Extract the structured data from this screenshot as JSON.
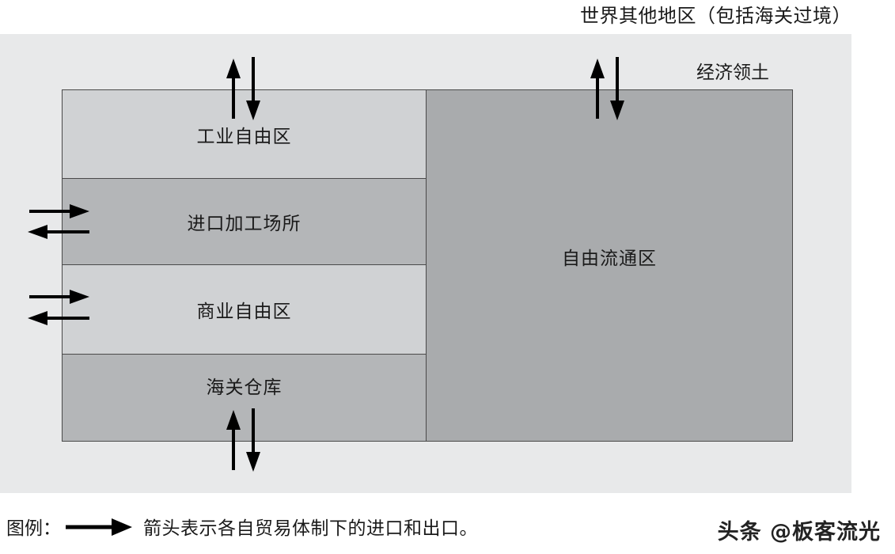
{
  "diagram": {
    "top_title": "世界其他地区（包括海关过境）",
    "territory_label": "经济领土",
    "left_zones": [
      {
        "label": "工业自由区",
        "shade": "#d0d2d4"
      },
      {
        "label": "进口加工场所",
        "shade": "#b4b6b8"
      },
      {
        "label": "商业自由区",
        "shade": "#d0d2d4"
      },
      {
        "label": "海关仓库",
        "shade": "#b4b6b8"
      }
    ],
    "right_zone": {
      "label": "自由流通区",
      "shade": "#a9abad"
    },
    "outer_panel_color": "#e8e9ea",
    "border_color": "#4a4a4a",
    "arrow_color": "#000000"
  },
  "arrows": [
    {
      "name": "industrial-free-zone-export-arrow",
      "direction": "up",
      "note": "出口"
    },
    {
      "name": "industrial-free-zone-import-arrow",
      "direction": "down",
      "note": "进口"
    },
    {
      "name": "free-circulation-export-arrow",
      "direction": "up",
      "note": "出口"
    },
    {
      "name": "free-circulation-import-arrow",
      "direction": "down",
      "note": "进口"
    },
    {
      "name": "inward-processing-import-arrow",
      "direction": "right",
      "note": "进口"
    },
    {
      "name": "inward-processing-export-arrow",
      "direction": "left",
      "note": "出口"
    },
    {
      "name": "commercial-free-zone-import-arrow",
      "direction": "right",
      "note": "进口"
    },
    {
      "name": "commercial-free-zone-export-arrow",
      "direction": "left",
      "note": "出口"
    },
    {
      "name": "customs-warehouse-export-arrow",
      "direction": "up",
      "note": "出口"
    },
    {
      "name": "customs-warehouse-import-arrow",
      "direction": "down",
      "note": "进口"
    }
  ],
  "legend": {
    "title": "图例：",
    "text": "箭头表示各自贸易体制下的进口和出口。"
  },
  "watermark": "头条 @板客流光"
}
